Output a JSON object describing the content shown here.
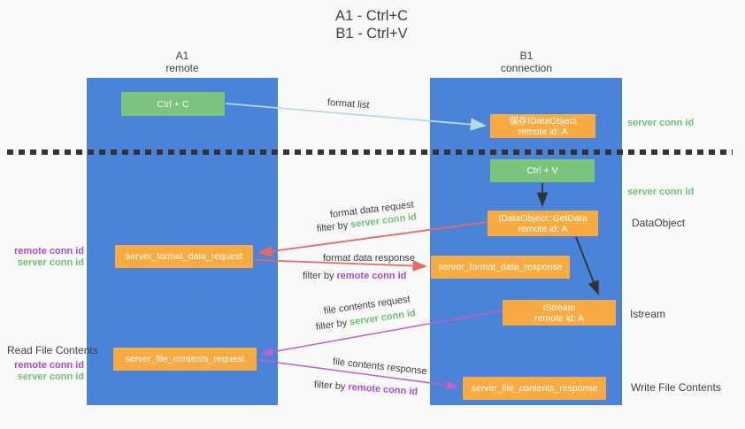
{
  "title": {
    "line1": "A1 - Ctrl+C",
    "line2": "B1 - Ctrl+V"
  },
  "lifelines": {
    "left": {
      "id": "A1",
      "name": "remote"
    },
    "right": {
      "id": "B1",
      "name": "connection"
    }
  },
  "boxes": {
    "ctrl_c": {
      "label": "Ctrl + C"
    },
    "save_idataobject": {
      "line1": "保存IDataObject",
      "line2": "remote id: A"
    },
    "ctrl_v": {
      "label": "Ctrl + V"
    },
    "getdata": {
      "line1": "IDataObject::GetData",
      "line2": "remote id: A"
    },
    "istream": {
      "line1": "IStream",
      "line2": "remote id: A"
    },
    "format_request": {
      "label": "server_format_data_request"
    },
    "format_response": {
      "label": "server_format_data_response"
    },
    "file_request": {
      "label": "server_file_contents_request"
    },
    "file_response": {
      "label": "server_file_contents_response"
    }
  },
  "annotations": {
    "server_conn_id_top": "server conn id",
    "server_conn_id_mid": "server conn id",
    "dataobject": "DataObject",
    "istream": "Istream",
    "write_file_contents": "Write File Contents",
    "read_file_contents": "Read File Contents",
    "format_ids": {
      "remote": "remote conn id",
      "server": "server conn id"
    },
    "file_ids": {
      "remote": "remote conn id",
      "server": "server conn id"
    }
  },
  "arrow_labels": {
    "format_list": "format list",
    "format_data_request": "format data request",
    "format_data_request_filter": {
      "prefix": "filter by ",
      "id": "server conn id"
    },
    "format_data_response": "format data response",
    "format_data_response_filter": {
      "prefix": "filter by ",
      "id": "remote conn id"
    },
    "file_contents_request": "file contents request",
    "file_contents_request_filter": {
      "prefix": "filter by ",
      "id": "server conn id"
    },
    "file_contents_response": "file contents response",
    "file_contents_response_filter": {
      "prefix": "filter by ",
      "id": "remote conn id"
    }
  },
  "colors": {
    "column_blue": "#4a83d8",
    "box_green": "#7cc47e",
    "box_orange": "#f7ab42",
    "accent_green": "#6fbf72",
    "accent_purple": "#ab4bc9",
    "arrow_red": "#e9695e",
    "arrow_magenta": "#c45ec4",
    "arrow_light_blue": "#b5d9f2",
    "arrow_black": "#333333"
  }
}
